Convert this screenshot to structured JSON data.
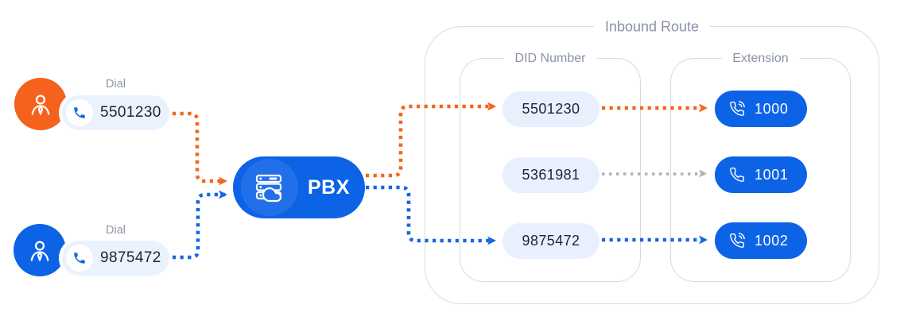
{
  "callers": [
    {
      "dial_label": "Dial",
      "number": "5501230"
    },
    {
      "dial_label": "Dial",
      "number": "9875472"
    }
  ],
  "pbx": {
    "label": "PBX"
  },
  "inbound_route": {
    "title": "Inbound Route",
    "did_panel": {
      "title": "DID Number",
      "items": [
        "5501230",
        "5361981",
        "9875472"
      ]
    },
    "extension_panel": {
      "title": "Extension",
      "items": [
        {
          "number": "1000",
          "icon": "phone-ring-icon"
        },
        {
          "number": "1001",
          "icon": "phone-icon"
        },
        {
          "number": "1002",
          "icon": "phone-ring-icon"
        }
      ]
    }
  },
  "flows": [
    {
      "from": "caller-5501230",
      "to": "pbx",
      "color": "#f3641d",
      "style": "dotted"
    },
    {
      "from": "caller-9875472",
      "to": "pbx",
      "color": "#1565e4",
      "style": "dotted"
    },
    {
      "from": "pbx",
      "to": "did-5501230",
      "color": "#f3641d",
      "style": "dotted"
    },
    {
      "from": "pbx",
      "to": "did-9875472",
      "color": "#1565e4",
      "style": "dotted"
    },
    {
      "from": "did-5501230",
      "to": "extension-1000",
      "color": "#f3641d",
      "style": "dotted"
    },
    {
      "from": "did-5361981",
      "to": "extension-1001",
      "color": "#a9b0ba",
      "style": "dotted"
    },
    {
      "from": "did-9875472",
      "to": "extension-1002",
      "color": "#1565e4",
      "style": "dotted"
    }
  ],
  "colors": {
    "orange": "#f3641d",
    "blue": "#0d63e6",
    "arrow_blue": "#1565e4",
    "gray_arrow": "#a9b0ba",
    "pill_light": "#e8f0fd",
    "border": "#d7dbe2",
    "muted_label": "#8a93a8",
    "text_dark": "#1c2534"
  }
}
